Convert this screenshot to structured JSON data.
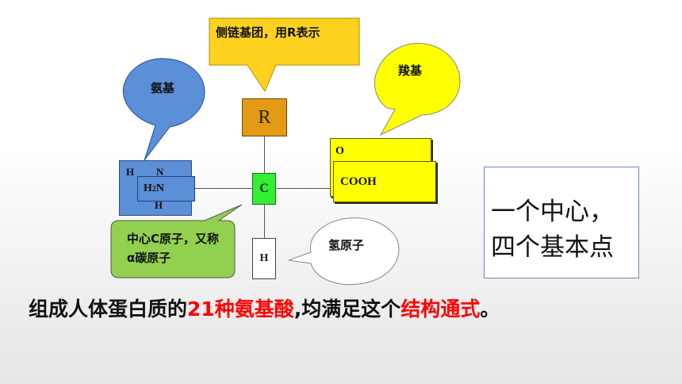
{
  "callouts": {
    "side_chain": "侧链基团，用R表示",
    "carboxyl": "羧基",
    "amino": "氨基",
    "central_carbon": "中心C原子，又称α碳原子",
    "hydrogen_atom": "氢原子"
  },
  "structure": {
    "r_group": "R",
    "carbon": "C",
    "hydrogen": "H",
    "amino_back_h_left": "H",
    "amino_back_n": "N",
    "amino_back_h_bottom": "H",
    "amino_front_h": "H",
    "amino_front_sub": "2",
    "amino_front_n": "N",
    "carboxyl_back": "O",
    "carboxyl_front": "COOH"
  },
  "summary_box": {
    "line1": "一个中心，",
    "line2": "四个基本点"
  },
  "caption": {
    "part1": "组成人体蛋白质的",
    "highlight1": "21种氨基酸",
    "part2": ",均满足这个",
    "highlight2": "结构通式",
    "part3": "。"
  },
  "colors": {
    "side_chain_fill": "#ffd21f",
    "carboxyl_fill": "#ffff00",
    "amino_fill": "#5b8fd6",
    "central_carbon_fill": "#92d050",
    "hydrogen_fill": "#ffffff",
    "r_group_fill": "#e39a14",
    "carbon_fill": "#33ee33",
    "highlight_text": "#ff0000"
  }
}
